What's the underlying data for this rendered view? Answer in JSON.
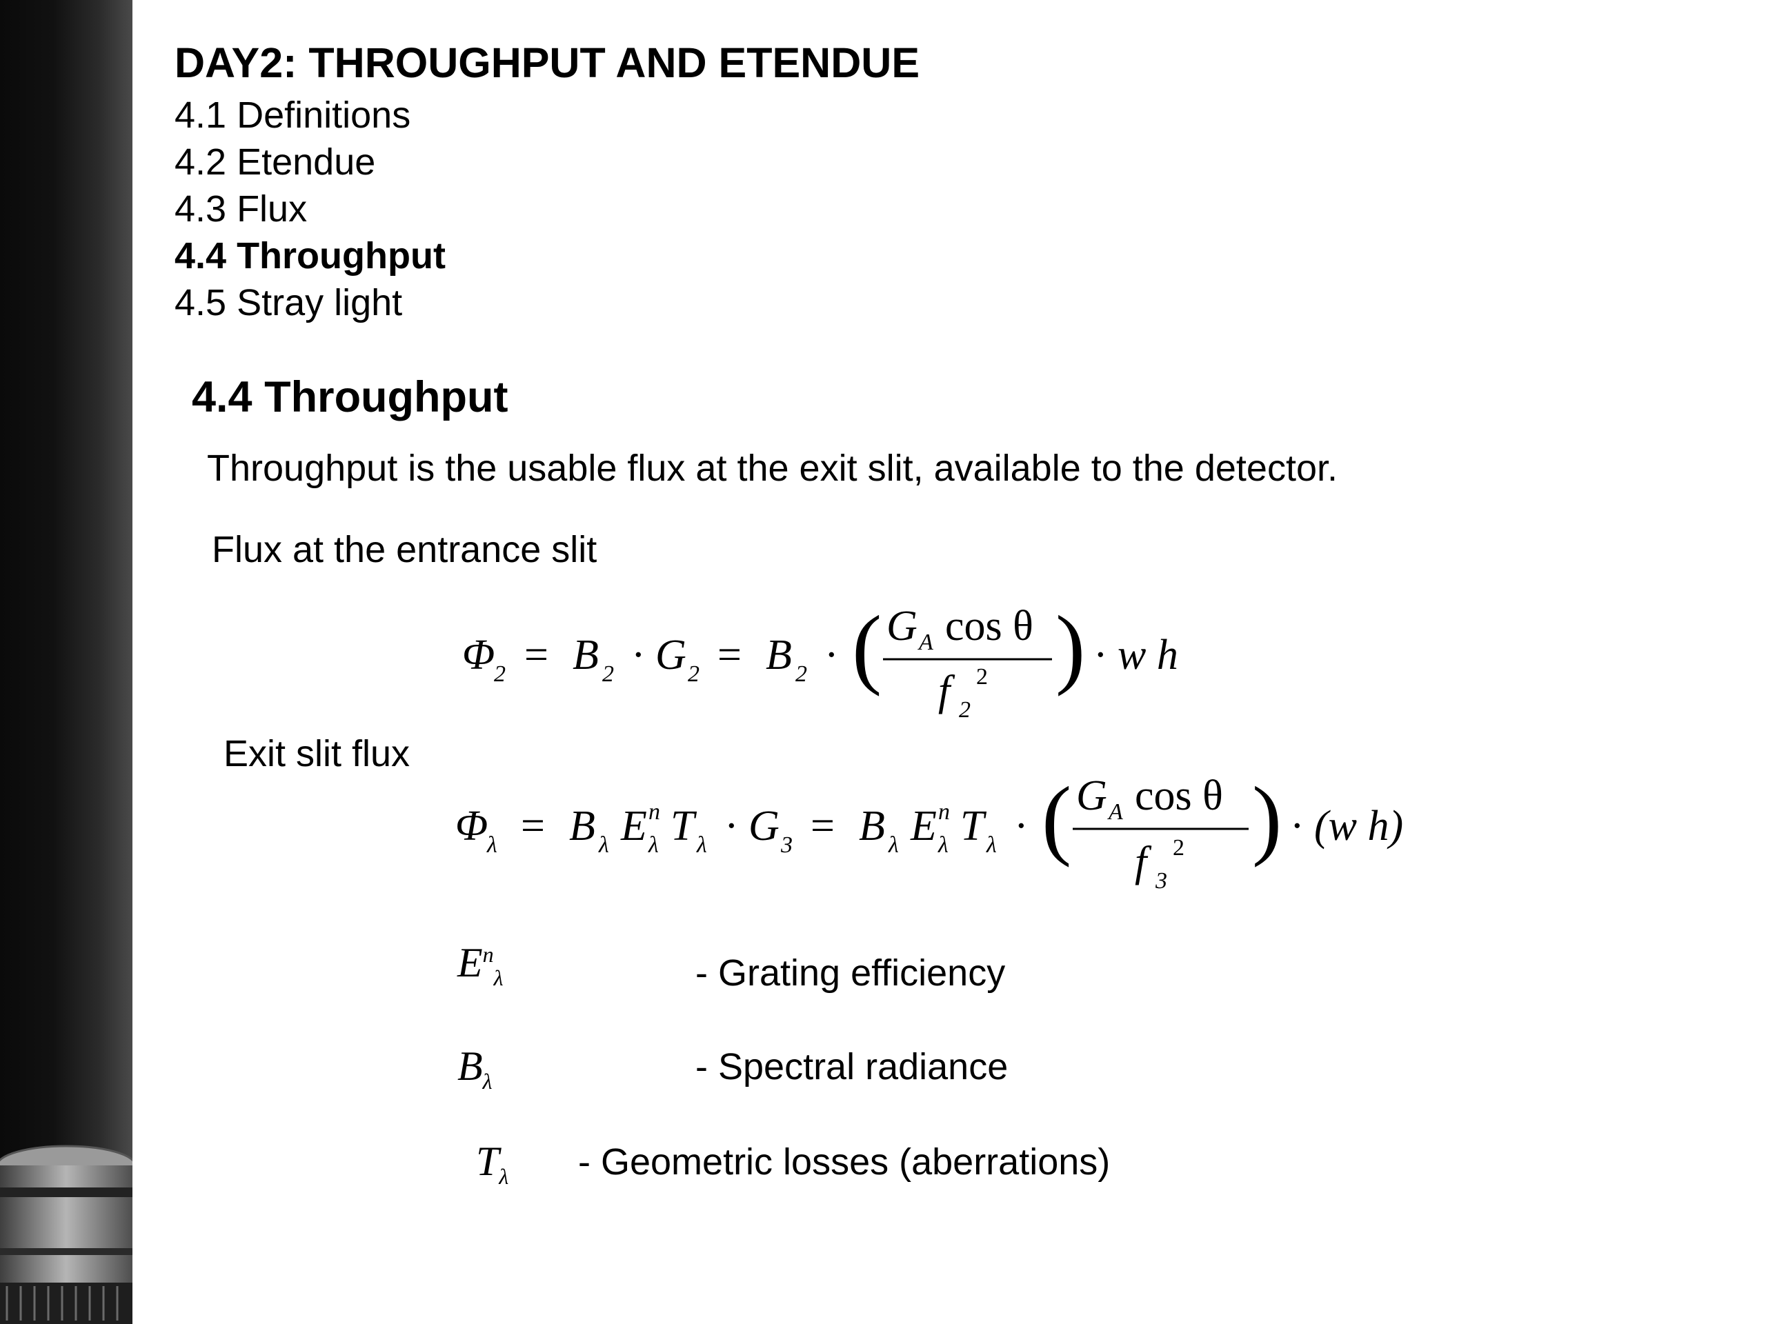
{
  "deck": {
    "title": "DAY2: THROUGHPUT AND ETENDUE",
    "outline": [
      {
        "label": "4.1 Definitions",
        "active": false
      },
      {
        "label": "4.2 Etendue",
        "active": false
      },
      {
        "label": "4.3 Flux",
        "active": false
      },
      {
        "label": "4.4 Throughput",
        "active": true
      },
      {
        "label": "4.5 Stray light",
        "active": false
      }
    ]
  },
  "slide": {
    "heading": "4.4 Throughput",
    "intro": "Throughput is the usable flux at the exit slit, available to the detector.",
    "entrance_label": "Flux at the entrance slit",
    "exit_label": "Exit slit flux",
    "definitions": [
      {
        "symbol": "E",
        "symbol_sup": "n",
        "symbol_sub": "λ",
        "text": "- Grating efficiency"
      },
      {
        "symbol": "B",
        "symbol_sup": "",
        "symbol_sub": "λ",
        "text": "- Spectral radiance"
      },
      {
        "symbol": "T",
        "symbol_sup": "",
        "symbol_sub": "λ",
        "text": "- Geometric losses (aberrations)"
      }
    ]
  },
  "equations": {
    "entrance": {
      "lhs": "Φ",
      "lhs_sub": "2",
      "t1": "B",
      "t1_sub": "2",
      "t2": "G",
      "t2_sub": "2",
      "t3": "B",
      "t3_sub": "2",
      "num": "G",
      "num_sub": "A",
      "num_tail": "cos θ",
      "den": "f",
      "den_sub": "2",
      "den_sup": "2",
      "tail": "w h"
    },
    "exit": {
      "lhs": "Φ",
      "lhs_sub": "λ",
      "t1": "B",
      "t1_sub": "λ",
      "t1e": "E",
      "t1e_sup": "n",
      "t1e_sub": "λ",
      "t1t": "T",
      "t1t_sub": "λ",
      "t2": "G",
      "t2_sub": "3",
      "num": "G",
      "num_sub": "A",
      "num_tail": "cos θ",
      "den": "f",
      "den_sub": "3",
      "den_sup": "2",
      "tail": "(w h)"
    }
  }
}
